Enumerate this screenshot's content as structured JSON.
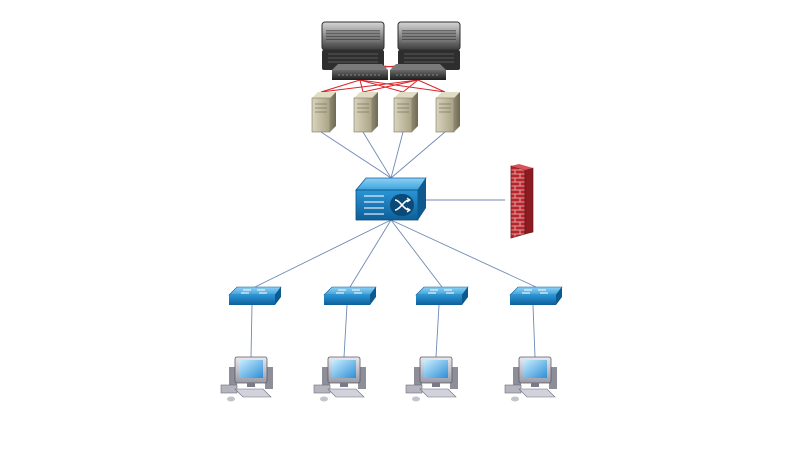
{
  "diagram": {
    "nodes": [
      {
        "id": "storage-1",
        "type": "storage"
      },
      {
        "id": "storage-2",
        "type": "storage"
      },
      {
        "id": "san-switch-1",
        "type": "san-switch"
      },
      {
        "id": "san-switch-2",
        "type": "san-switch"
      },
      {
        "id": "server-1",
        "type": "server"
      },
      {
        "id": "server-2",
        "type": "server"
      },
      {
        "id": "server-3",
        "type": "server"
      },
      {
        "id": "server-4",
        "type": "server"
      },
      {
        "id": "core-switch",
        "type": "core-switch"
      },
      {
        "id": "firewall",
        "type": "firewall"
      },
      {
        "id": "access-switch-1",
        "type": "access-switch"
      },
      {
        "id": "access-switch-2",
        "type": "access-switch"
      },
      {
        "id": "access-switch-3",
        "type": "access-switch"
      },
      {
        "id": "access-switch-4",
        "type": "access-switch"
      },
      {
        "id": "workstation-1",
        "type": "workstation"
      },
      {
        "id": "workstation-2",
        "type": "workstation"
      },
      {
        "id": "workstation-3",
        "type": "workstation"
      },
      {
        "id": "workstation-4",
        "type": "workstation"
      }
    ],
    "links": [
      {
        "from": "storage-1",
        "to": "san-switch-1",
        "kind": "fibre"
      },
      {
        "from": "storage-1",
        "to": "san-switch-2",
        "kind": "fibre"
      },
      {
        "from": "storage-2",
        "to": "san-switch-1",
        "kind": "fibre"
      },
      {
        "from": "storage-2",
        "to": "san-switch-2",
        "kind": "fibre"
      },
      {
        "from": "san-switch-1",
        "to": "server-1",
        "kind": "fibre"
      },
      {
        "from": "san-switch-1",
        "to": "server-2",
        "kind": "fibre"
      },
      {
        "from": "san-switch-1",
        "to": "server-3",
        "kind": "fibre"
      },
      {
        "from": "san-switch-1",
        "to": "server-4",
        "kind": "fibre"
      },
      {
        "from": "san-switch-2",
        "to": "server-1",
        "kind": "fibre"
      },
      {
        "from": "san-switch-2",
        "to": "server-2",
        "kind": "fibre"
      },
      {
        "from": "san-switch-2",
        "to": "server-3",
        "kind": "fibre"
      },
      {
        "from": "san-switch-2",
        "to": "server-4",
        "kind": "fibre"
      },
      {
        "from": "server-1",
        "to": "core-switch",
        "kind": "ethernet"
      },
      {
        "from": "server-2",
        "to": "core-switch",
        "kind": "ethernet"
      },
      {
        "from": "server-3",
        "to": "core-switch",
        "kind": "ethernet"
      },
      {
        "from": "server-4",
        "to": "core-switch",
        "kind": "ethernet"
      },
      {
        "from": "core-switch",
        "to": "firewall",
        "kind": "ethernet"
      },
      {
        "from": "core-switch",
        "to": "access-switch-1",
        "kind": "ethernet"
      },
      {
        "from": "core-switch",
        "to": "access-switch-2",
        "kind": "ethernet"
      },
      {
        "from": "core-switch",
        "to": "access-switch-3",
        "kind": "ethernet"
      },
      {
        "from": "core-switch",
        "to": "access-switch-4",
        "kind": "ethernet"
      },
      {
        "from": "access-switch-1",
        "to": "workstation-1",
        "kind": "ethernet"
      },
      {
        "from": "access-switch-2",
        "to": "workstation-2",
        "kind": "ethernet"
      },
      {
        "from": "access-switch-3",
        "to": "workstation-3",
        "kind": "ethernet"
      },
      {
        "from": "access-switch-4",
        "to": "workstation-4",
        "kind": "ethernet"
      }
    ],
    "colors": {
      "fibre_link": "#d9252b",
      "ethernet_link": "#6f8ab5",
      "switch_blue": "#1e88c9",
      "server_beige": "#c3bca0",
      "firewall_red": "#c0272d"
    }
  }
}
